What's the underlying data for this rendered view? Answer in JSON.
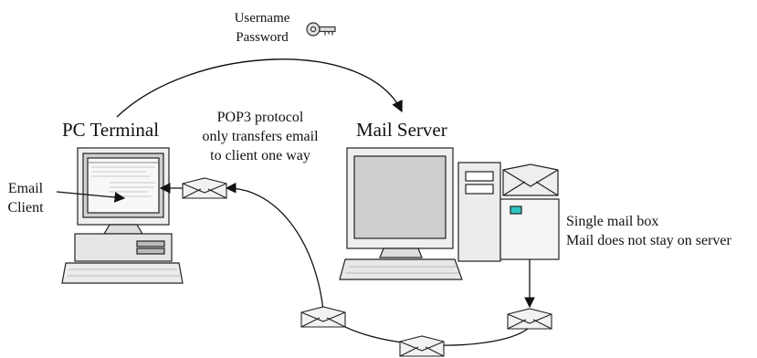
{
  "labels": {
    "credentials": [
      "Username",
      "Password"
    ],
    "pc_terminal": "PC Terminal",
    "pop3_note": [
      "POP3 protocol",
      "only transfers email",
      "to client one way"
    ],
    "mail_server": "Mail Server",
    "email_client": [
      "Email",
      "Client"
    ],
    "mailbox_note": [
      "Single mail box",
      "Mail does not stay on server"
    ]
  },
  "icons": [
    "key-icon",
    "pc-terminal-icon",
    "mail-server-icon",
    "mailbox-icon",
    "envelope-icon"
  ],
  "colors": {
    "ink": "#111111",
    "screen": "#cfcfcf",
    "mailbox_flag": "#2ec4c4"
  }
}
